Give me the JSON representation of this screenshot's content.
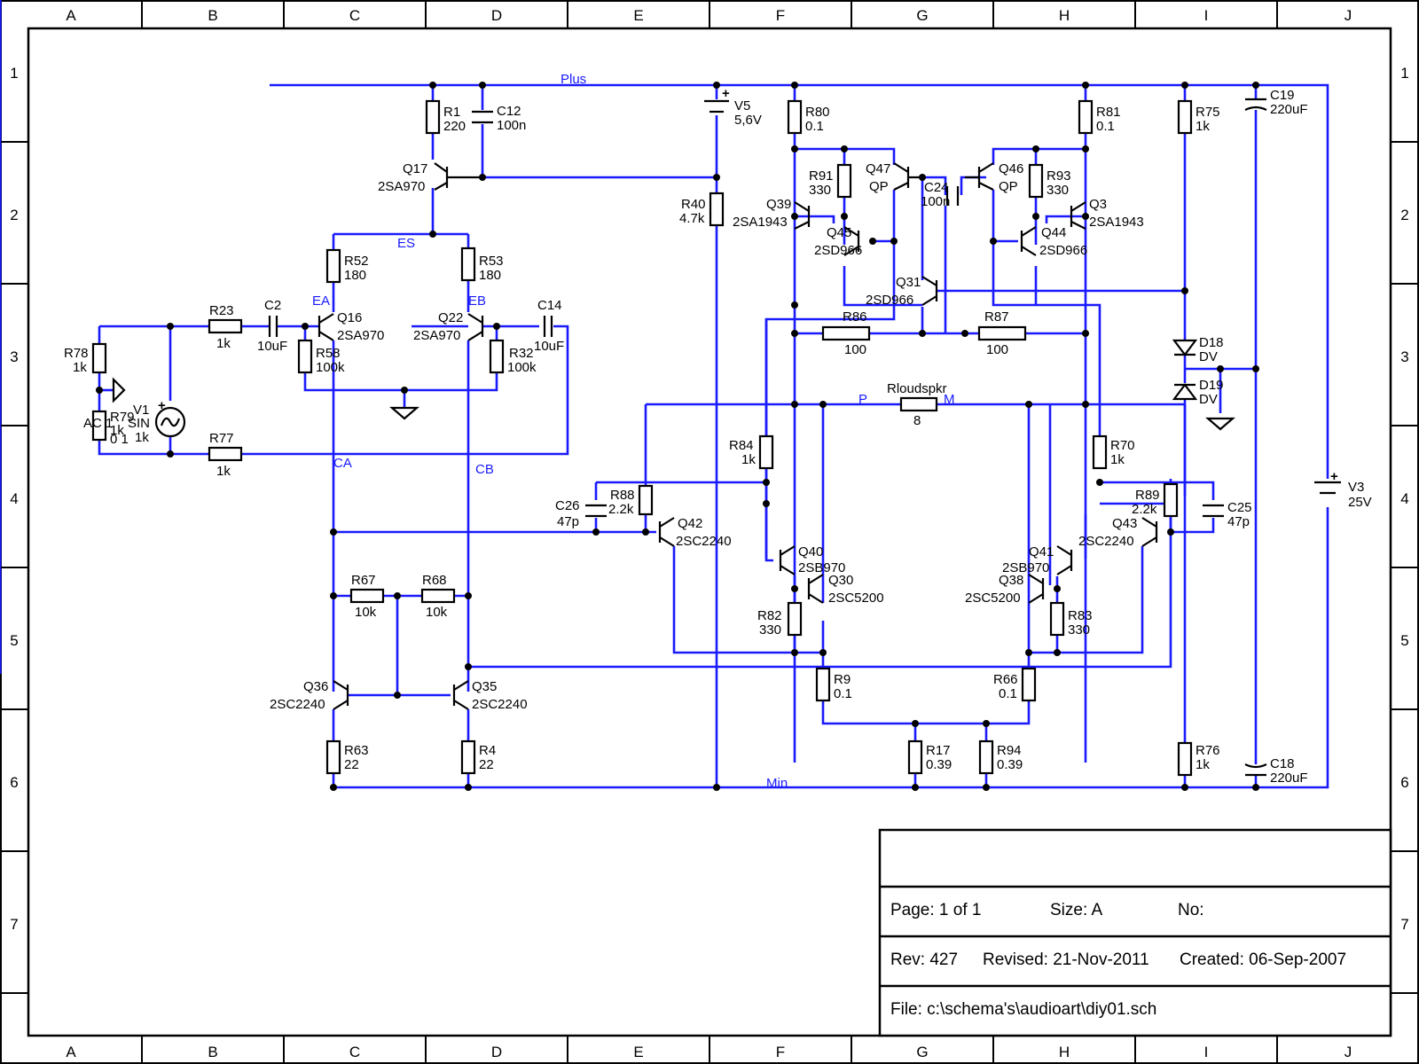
{
  "grid": {
    "columns": [
      "A",
      "B",
      "C",
      "D",
      "E",
      "F",
      "G",
      "H",
      "I",
      "J"
    ],
    "rows": [
      "1",
      "2",
      "3",
      "4",
      "5",
      "6",
      "7"
    ]
  },
  "nets": {
    "plus": "Plus",
    "min": "Min",
    "es": "ES",
    "ea": "EA",
    "eb": "EB",
    "ca": "CA",
    "cb": "CB",
    "p": "P",
    "m": "M"
  },
  "components": {
    "r1": {
      "ref": "R1",
      "value": "220"
    },
    "c12": {
      "ref": "C12",
      "value": "100n"
    },
    "q17": {
      "ref": "Q17",
      "value": "2SA970"
    },
    "v5": {
      "ref": "V5",
      "value": "5,6V"
    },
    "r40": {
      "ref": "R40",
      "value": "4.7k"
    },
    "r80": {
      "ref": "R80",
      "value": "0.1"
    },
    "r81": {
      "ref": "R81",
      "value": "0.1"
    },
    "r75": {
      "ref": "R75",
      "value": "1k"
    },
    "c19": {
      "ref": "C19",
      "value": "220uF"
    },
    "r91": {
      "ref": "R91",
      "value": "330"
    },
    "r93": {
      "ref": "R93",
      "value": "330"
    },
    "q47": {
      "ref": "Q47",
      "value": "QP"
    },
    "q46": {
      "ref": "Q46",
      "value": "QP"
    },
    "c24": {
      "ref": "C24",
      "value": "100n"
    },
    "q39": {
      "ref": "Q39",
      "value": "2SA1943"
    },
    "q3": {
      "ref": "Q3",
      "value": "2SA1943"
    },
    "q45": {
      "ref": "Q45",
      "value": "2SD966"
    },
    "q44": {
      "ref": "Q44",
      "value": "2SD966"
    },
    "q31": {
      "ref": "Q31",
      "value": "2SD966"
    },
    "r52": {
      "ref": "R52",
      "value": "180"
    },
    "r53": {
      "ref": "R53",
      "value": "180"
    },
    "r23": {
      "ref": "R23",
      "value": "1k"
    },
    "c2": {
      "ref": "C2",
      "value": "10uF"
    },
    "q16": {
      "ref": "Q16",
      "value": "2SA970"
    },
    "q22": {
      "ref": "Q22",
      "value": "2SA970"
    },
    "c14": {
      "ref": "C14",
      "value": "10uF"
    },
    "r58": {
      "ref": "R58",
      "value": "100k"
    },
    "r32": {
      "ref": "R32",
      "value": "100k"
    },
    "r78": {
      "ref": "R78",
      "value": "1k"
    },
    "r79": {
      "ref": "R79",
      "value": "1k"
    },
    "v1": {
      "ref": "V1",
      "value": "SIN",
      "extra": "AC 1",
      "extra2": "0 1",
      "value2": "1k"
    },
    "r77": {
      "ref": "R77",
      "value": "1k"
    },
    "r86": {
      "ref": "R86",
      "value": "100"
    },
    "r87": {
      "ref": "R87",
      "value": "100"
    },
    "d18": {
      "ref": "D18",
      "value": "DV"
    },
    "d19": {
      "ref": "D19",
      "value": "DV"
    },
    "rspk": {
      "ref": "Rloudspkr",
      "value": "8"
    },
    "r84": {
      "ref": "R84",
      "value": "1k"
    },
    "r70": {
      "ref": "R70",
      "value": "1k"
    },
    "c26": {
      "ref": "C26",
      "value": "47p"
    },
    "r88": {
      "ref": "R88",
      "value": "2.2k"
    },
    "q42": {
      "ref": "Q42",
      "value": "2SC2240"
    },
    "r89": {
      "ref": "R89",
      "value": "2.2k"
    },
    "c25": {
      "ref": "C25",
      "value": "47p"
    },
    "q43": {
      "ref": "Q43",
      "value": "2SC2240"
    },
    "v3": {
      "ref": "V3",
      "value": "25V"
    },
    "q40": {
      "ref": "Q40",
      "value": "2SB970"
    },
    "q30": {
      "ref": "Q30",
      "value": "2SC5200"
    },
    "q41": {
      "ref": "Q41",
      "value": "2SB970"
    },
    "q38": {
      "ref": "Q38",
      "value": "2SC5200"
    },
    "r67": {
      "ref": "R67",
      "value": "10k"
    },
    "r68": {
      "ref": "R68",
      "value": "10k"
    },
    "r82": {
      "ref": "R82",
      "value": "330"
    },
    "r83": {
      "ref": "R83",
      "value": "330"
    },
    "q36": {
      "ref": "Q36",
      "value": "2SC2240"
    },
    "q35": {
      "ref": "Q35",
      "value": "2SC2240"
    },
    "r9": {
      "ref": "R9",
      "value": "0.1"
    },
    "r66": {
      "ref": "R66",
      "value": "0.1"
    },
    "r63": {
      "ref": "R63",
      "value": "22"
    },
    "r4": {
      "ref": "R4",
      "value": "22"
    },
    "r17": {
      "ref": "R17",
      "value": "0.39"
    },
    "r94": {
      "ref": "R94",
      "value": "0.39"
    },
    "r76": {
      "ref": "R76",
      "value": "1k"
    },
    "c18": {
      "ref": "C18",
      "value": "220uF"
    }
  },
  "title_block": {
    "page": "Page: 1 of 1",
    "size": "Size: A",
    "no": "No:",
    "rev": "Rev: 427",
    "revised": "Revised: 21-Nov-2011",
    "created": "Created: 06-Sep-2007",
    "file": "File: c:\\schema's\\audioart\\diy01.sch"
  }
}
